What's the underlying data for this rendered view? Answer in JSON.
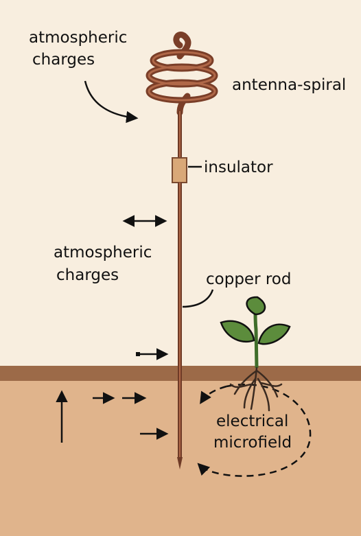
{
  "labels": {
    "atm_top_line1": "atmospheric",
    "atm_top_line2": "charges",
    "antenna": "antenna-spiral",
    "insulator": "insulator",
    "atm_mid_line1": "atmospheric",
    "atm_mid_line2": "charges",
    "copper_rod": "copper rod",
    "field_line1": "electrical",
    "field_line2": "microfield"
  },
  "colors": {
    "sky": "#f8eedf",
    "soil": "#e0b48c",
    "soil_band": "#9c6a48",
    "copper": "#8a4a32",
    "insulator": "#d9a878",
    "leaf": "#5c8c3c",
    "root": "#3a2a20",
    "ink": "#111111"
  },
  "icons": [
    "spiral-coil-icon",
    "plant-icon",
    "arrow-icon"
  ]
}
